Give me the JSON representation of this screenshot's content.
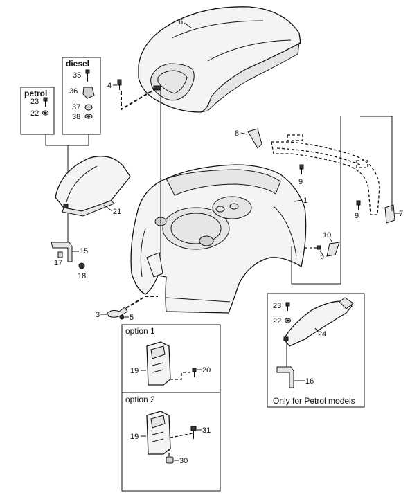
{
  "labels": {
    "p1": "1",
    "p2": "2",
    "p3": "3",
    "p4": "4",
    "p5": "5",
    "p6": "6",
    "p7": "7",
    "p8": "8",
    "p9a": "9",
    "p9b": "9",
    "p10": "10",
    "p15": "15",
    "p16": "16",
    "p17": "17",
    "p18": "18",
    "p19a": "19",
    "p19b": "19",
    "p20": "20",
    "p21": "21",
    "p22a": "22",
    "p22b": "22",
    "p23a": "23",
    "p23b": "23",
    "p24": "24",
    "p30": "30",
    "p31": "31",
    "p35": "35",
    "p36": "36",
    "p37": "37",
    "p38": "38"
  },
  "boxes": {
    "petrol_title": "petrol",
    "diesel_title": "diesel",
    "option1_title": "option 1",
    "option2_title": "option 2",
    "petrol_only_caption": "Only for Petrol models"
  }
}
